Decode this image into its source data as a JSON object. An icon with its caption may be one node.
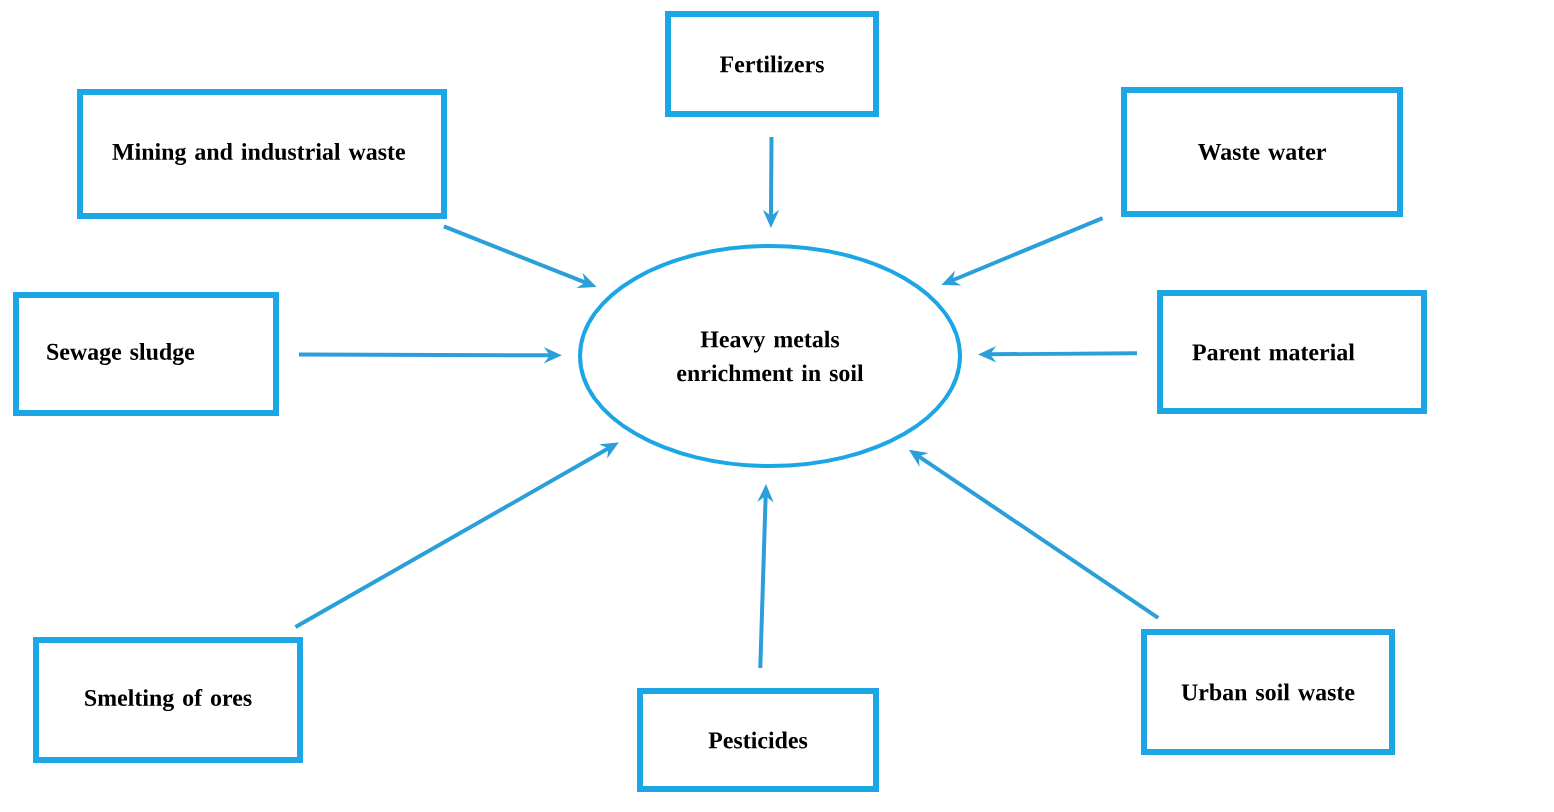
{
  "diagram": {
    "nodes": [
      {
        "text": [
          "Heavy metals enrichment in soil"
        ]
      },
      {
        "text": [
          "Mining and industrial waste"
        ]
      },
      {
        "text": [
          "Fertilizers"
        ]
      },
      {
        "text": [
          "Waste water"
        ]
      },
      {
        "text": [
          "Sewage sludge"
        ]
      },
      {
        "text": [
          "Parent material"
        ]
      },
      {
        "text": [
          "Smelting of ores"
        ]
      },
      {
        "text": [
          "Pesticides"
        ]
      },
      {
        "text": [
          "Urban soil waste"
        ]
      }
    ],
    "edges": [
      {
        "from": 1,
        "to": 0,
        "arrow": "to"
      },
      {
        "from": 2,
        "to": 0,
        "arrow": "to"
      },
      {
        "from": 3,
        "to": 0,
        "arrow": "to"
      },
      {
        "from": 4,
        "to": 0,
        "arrow": "to"
      },
      {
        "from": 5,
        "to": 0,
        "arrow": "to"
      },
      {
        "from": 6,
        "to": 0,
        "arrow": "to"
      },
      {
        "from": 7,
        "to": 0,
        "arrow": "to"
      },
      {
        "from": 8,
        "to": 0,
        "arrow": "to"
      }
    ]
  }
}
